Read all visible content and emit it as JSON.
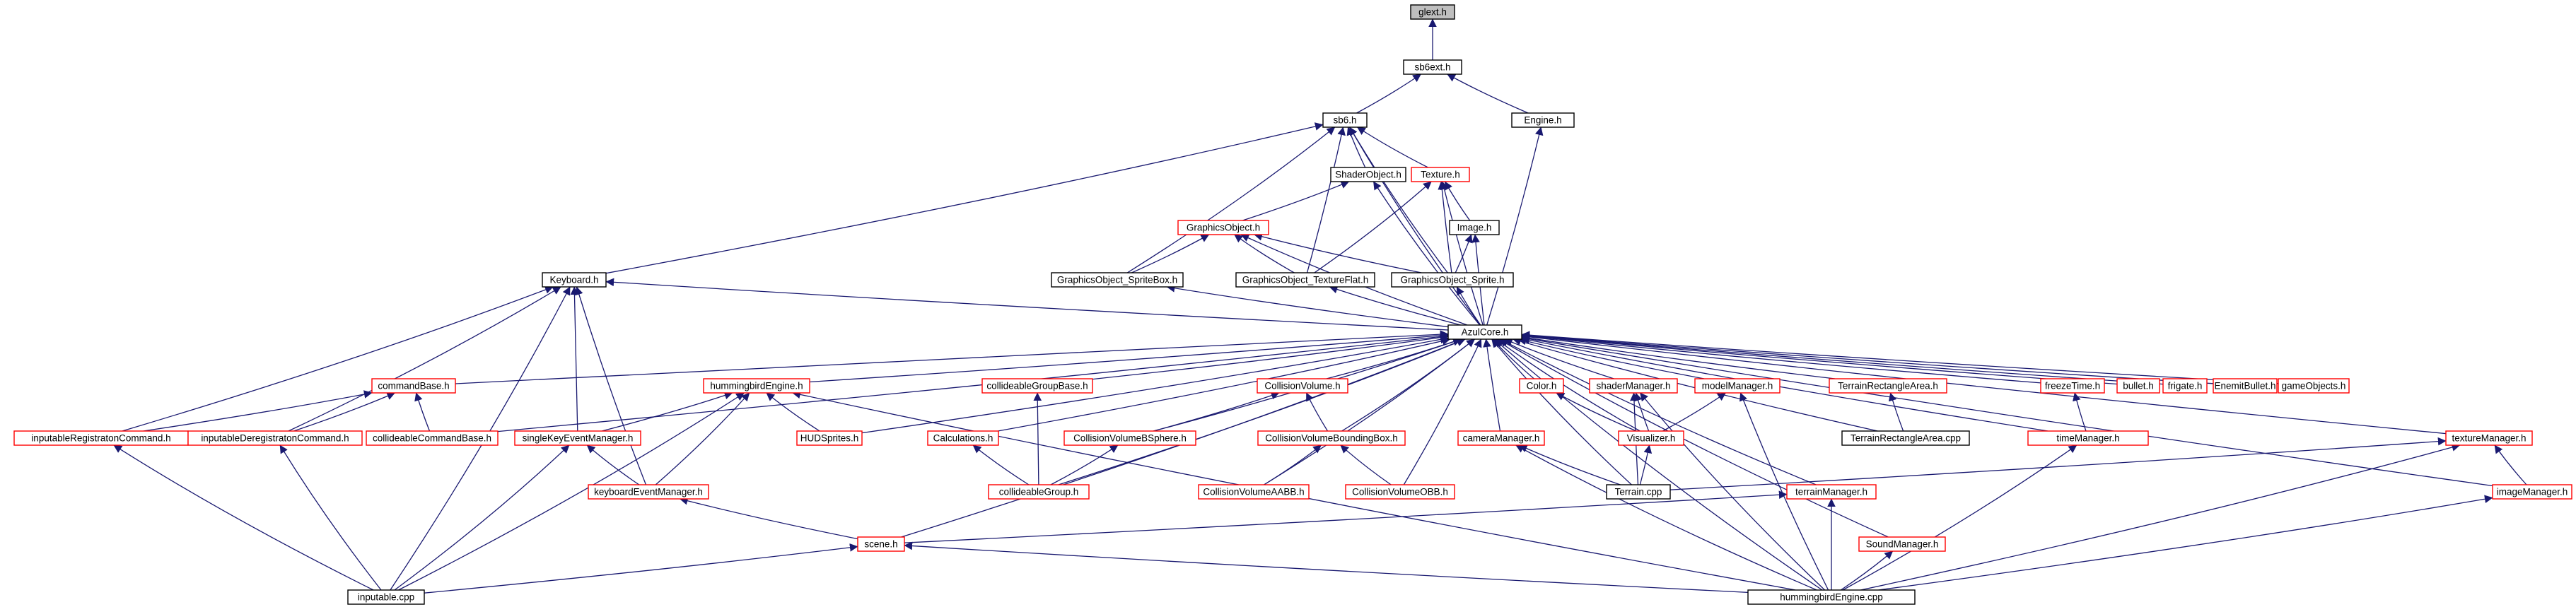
{
  "colors": {
    "edge": "#191970",
    "black_border": "#000000",
    "red_border": "#ff0000",
    "focus_fill": "#bfbfbf",
    "node_fill": "#ffffff"
  },
  "nodes": [
    {
      "id": "glext",
      "label": "glext.h",
      "border": "black",
      "focus": true
    },
    {
      "id": "sb6ext",
      "label": "sb6ext.h",
      "border": "black"
    },
    {
      "id": "sb6",
      "label": "sb6.h",
      "border": "black"
    },
    {
      "id": "engine",
      "label": "Engine.h",
      "border": "black"
    },
    {
      "id": "texture",
      "label": "Texture.h",
      "border": "red"
    },
    {
      "id": "shaderobj",
      "label": "ShaderObject.h",
      "border": "black"
    },
    {
      "id": "image",
      "label": "Image.h",
      "border": "black"
    },
    {
      "id": "graphobj",
      "label": "GraphicsObject.h",
      "border": "red"
    },
    {
      "id": "keyboard",
      "label": "Keyboard.h",
      "border": "black"
    },
    {
      "id": "gospritebox",
      "label": "GraphicsObject_SpriteBox.h",
      "border": "black"
    },
    {
      "id": "gotexflat",
      "label": "GraphicsObject_TextureFlat.h",
      "border": "black"
    },
    {
      "id": "gosprite",
      "label": "GraphicsObject_Sprite.h",
      "border": "black"
    },
    {
      "id": "azulcore",
      "label": "AzulCore.h",
      "border": "black"
    },
    {
      "id": "cmdbase",
      "label": "commandBase.h",
      "border": "red"
    },
    {
      "id": "hbengine",
      "label": "hummingbirdEngine.h",
      "border": "red"
    },
    {
      "id": "cgbase",
      "label": "collideableGroupBase.h",
      "border": "red"
    },
    {
      "id": "colvol",
      "label": "CollisionVolume.h",
      "border": "red"
    },
    {
      "id": "color",
      "label": "Color.h",
      "border": "red"
    },
    {
      "id": "shadermgr",
      "label": "shaderManager.h",
      "border": "red"
    },
    {
      "id": "modelmgr",
      "label": "modelManager.h",
      "border": "red"
    },
    {
      "id": "terrect",
      "label": "TerrainRectangleArea.h",
      "border": "red"
    },
    {
      "id": "freeze",
      "label": "freezeTime.h",
      "border": "red"
    },
    {
      "id": "bullet",
      "label": "bullet.h",
      "border": "red"
    },
    {
      "id": "frigate",
      "label": "frigate.h",
      "border": "red"
    },
    {
      "id": "enemybullet",
      "label": "EnemitBullet.h",
      "border": "red"
    },
    {
      "id": "gameobj",
      "label": "gameObjects.h",
      "border": "red"
    },
    {
      "id": "inpreg",
      "label": "inputableRegistratonCommand.h",
      "border": "red"
    },
    {
      "id": "inpdereg",
      "label": "inputableDeregistratonCommand.h",
      "border": "red"
    },
    {
      "id": "collcmd",
      "label": "collideableCommandBase.h",
      "border": "red"
    },
    {
      "id": "singlekey",
      "label": "singleKeyEventManager.h",
      "border": "red"
    },
    {
      "id": "hudsprites",
      "label": "HUDSprites.h",
      "border": "red"
    },
    {
      "id": "calc",
      "label": "Calculations.h",
      "border": "red"
    },
    {
      "id": "colbsphere",
      "label": "CollisionVolumeBSphere.h",
      "border": "red"
    },
    {
      "id": "colbbox",
      "label": "CollisionVolumeBoundingBox.h",
      "border": "red"
    },
    {
      "id": "camera",
      "label": "cameraManager.h",
      "border": "red"
    },
    {
      "id": "visualizer",
      "label": "Visualizer.h",
      "border": "red"
    },
    {
      "id": "terrectcpp",
      "label": "TerrainRectangleArea.cpp",
      "border": "black"
    },
    {
      "id": "timemgr",
      "label": "timeManager.h",
      "border": "red"
    },
    {
      "id": "texmgr",
      "label": "textureManager.h",
      "border": "red"
    },
    {
      "id": "kbevent",
      "label": "keyboardEventManager.h",
      "border": "red"
    },
    {
      "id": "collgroup",
      "label": "collideableGroup.h",
      "border": "red"
    },
    {
      "id": "colaabb",
      "label": "CollisionVolumeAABB.h",
      "border": "red"
    },
    {
      "id": "colobb",
      "label": "CollisionVolumeOBB.h",
      "border": "red"
    },
    {
      "id": "terraincpp",
      "label": "Terrain.cpp",
      "border": "black"
    },
    {
      "id": "terrainmgr",
      "label": "terrainManager.h",
      "border": "red"
    },
    {
      "id": "imagemgr",
      "label": "imageManager.h",
      "border": "red"
    },
    {
      "id": "scene",
      "label": "scene.h",
      "border": "red"
    },
    {
      "id": "soundmgr",
      "label": "SoundManager.h",
      "border": "red"
    },
    {
      "id": "inputcpp",
      "label": "inputable.cpp",
      "border": "black"
    },
    {
      "id": "hbenginecpp",
      "label": "hummingbirdEngine.cpp",
      "border": "black"
    }
  ],
  "edges": [
    [
      "sb6ext",
      "glext"
    ],
    [
      "sb6",
      "sb6ext"
    ],
    [
      "engine",
      "sb6ext"
    ],
    [
      "texture",
      "sb6"
    ],
    [
      "shaderobj",
      "sb6"
    ],
    [
      "keyboard",
      "sb6"
    ],
    [
      "gospritebox",
      "sb6"
    ],
    [
      "gotexflat",
      "sb6"
    ],
    [
      "gosprite",
      "sb6"
    ],
    [
      "azulcore",
      "sb6"
    ],
    [
      "azulcore",
      "engine"
    ],
    [
      "image",
      "texture"
    ],
    [
      "gotexflat",
      "texture"
    ],
    [
      "gosprite",
      "texture"
    ],
    [
      "azulcore",
      "texture"
    ],
    [
      "graphobj",
      "shaderobj"
    ],
    [
      "azulcore",
      "shaderobj"
    ],
    [
      "gosprite",
      "image"
    ],
    [
      "azulcore",
      "image"
    ],
    [
      "gospritebox",
      "graphobj"
    ],
    [
      "gotexflat",
      "graphobj"
    ],
    [
      "gosprite",
      "graphobj"
    ],
    [
      "azulcore",
      "graphobj"
    ],
    [
      "azulcore",
      "gospritebox"
    ],
    [
      "azulcore",
      "gotexflat"
    ],
    [
      "azulcore",
      "gosprite"
    ],
    [
      "azulcore",
      "keyboard"
    ],
    [
      "inpreg",
      "keyboard"
    ],
    [
      "inpdereg",
      "keyboard"
    ],
    [
      "singlekey",
      "keyboard"
    ],
    [
      "kbevent",
      "keyboard"
    ],
    [
      "inputcpp",
      "keyboard"
    ],
    [
      "cmdbase",
      "azulcore"
    ],
    [
      "hbengine",
      "azulcore"
    ],
    [
      "cgbase",
      "azulcore"
    ],
    [
      "colvol",
      "azulcore"
    ],
    [
      "color",
      "azulcore"
    ],
    [
      "shadermgr",
      "azulcore"
    ],
    [
      "modelmgr",
      "azulcore"
    ],
    [
      "terrect",
      "azulcore"
    ],
    [
      "freeze",
      "azulcore"
    ],
    [
      "bullet",
      "azulcore"
    ],
    [
      "frigate",
      "azulcore"
    ],
    [
      "enemybullet",
      "azulcore"
    ],
    [
      "gameobj",
      "azulcore"
    ],
    [
      "collcmd",
      "azulcore"
    ],
    [
      "hudsprites",
      "azulcore"
    ],
    [
      "calc",
      "azulcore"
    ],
    [
      "colbsphere",
      "azulcore"
    ],
    [
      "colbbox",
      "azulcore"
    ],
    [
      "camera",
      "azulcore"
    ],
    [
      "visualizer",
      "azulcore"
    ],
    [
      "terrectcpp",
      "azulcore"
    ],
    [
      "timemgr",
      "azulcore"
    ],
    [
      "texmgr",
      "azulcore"
    ],
    [
      "collgroup",
      "azulcore"
    ],
    [
      "colaabb",
      "azulcore"
    ],
    [
      "colobb",
      "azulcore"
    ],
    [
      "terraincpp",
      "azulcore"
    ],
    [
      "terrainmgr",
      "azulcore"
    ],
    [
      "imagemgr",
      "azulcore"
    ],
    [
      "scene",
      "azulcore"
    ],
    [
      "soundmgr",
      "azulcore"
    ],
    [
      "hbenginecpp",
      "azulcore"
    ],
    [
      "inpreg",
      "cmdbase"
    ],
    [
      "inpdereg",
      "cmdbase"
    ],
    [
      "collcmd",
      "cmdbase"
    ],
    [
      "singlekey",
      "hbengine"
    ],
    [
      "hudsprites",
      "hbengine"
    ],
    [
      "kbevent",
      "hbengine"
    ],
    [
      "inputcpp",
      "hbengine"
    ],
    [
      "hbenginecpp",
      "hbengine"
    ],
    [
      "collgroup",
      "cgbase"
    ],
    [
      "colbsphere",
      "colvol"
    ],
    [
      "colbbox",
      "colvol"
    ],
    [
      "visualizer",
      "color"
    ],
    [
      "visualizer",
      "shadermgr"
    ],
    [
      "terraincpp",
      "shadermgr"
    ],
    [
      "hbenginecpp",
      "shadermgr"
    ],
    [
      "visualizer",
      "modelmgr"
    ],
    [
      "hbenginecpp",
      "modelmgr"
    ],
    [
      "terrectcpp",
      "terrect"
    ],
    [
      "timemgr",
      "freeze"
    ],
    [
      "inputcpp",
      "inpreg"
    ],
    [
      "inputcpp",
      "inpdereg"
    ],
    [
      "kbevent",
      "singlekey"
    ],
    [
      "inputcpp",
      "singlekey"
    ],
    [
      "collgroup",
      "calc"
    ],
    [
      "collgroup",
      "colbsphere"
    ],
    [
      "colaabb",
      "colbbox"
    ],
    [
      "colobb",
      "colbbox"
    ],
    [
      "terraincpp",
      "camera"
    ],
    [
      "hbenginecpp",
      "camera"
    ],
    [
      "terraincpp",
      "visualizer"
    ],
    [
      "hbenginecpp",
      "timemgr"
    ],
    [
      "terraincpp",
      "texmgr"
    ],
    [
      "imagemgr",
      "texmgr"
    ],
    [
      "hbenginecpp",
      "texmgr"
    ],
    [
      "scene",
      "kbevent"
    ],
    [
      "scene",
      "terrainmgr"
    ],
    [
      "hbenginecpp",
      "terrainmgr"
    ],
    [
      "hbenginecpp",
      "imagemgr"
    ],
    [
      "inputcpp",
      "scene"
    ],
    [
      "hbenginecpp",
      "scene"
    ],
    [
      "hbenginecpp",
      "soundmgr"
    ]
  ]
}
